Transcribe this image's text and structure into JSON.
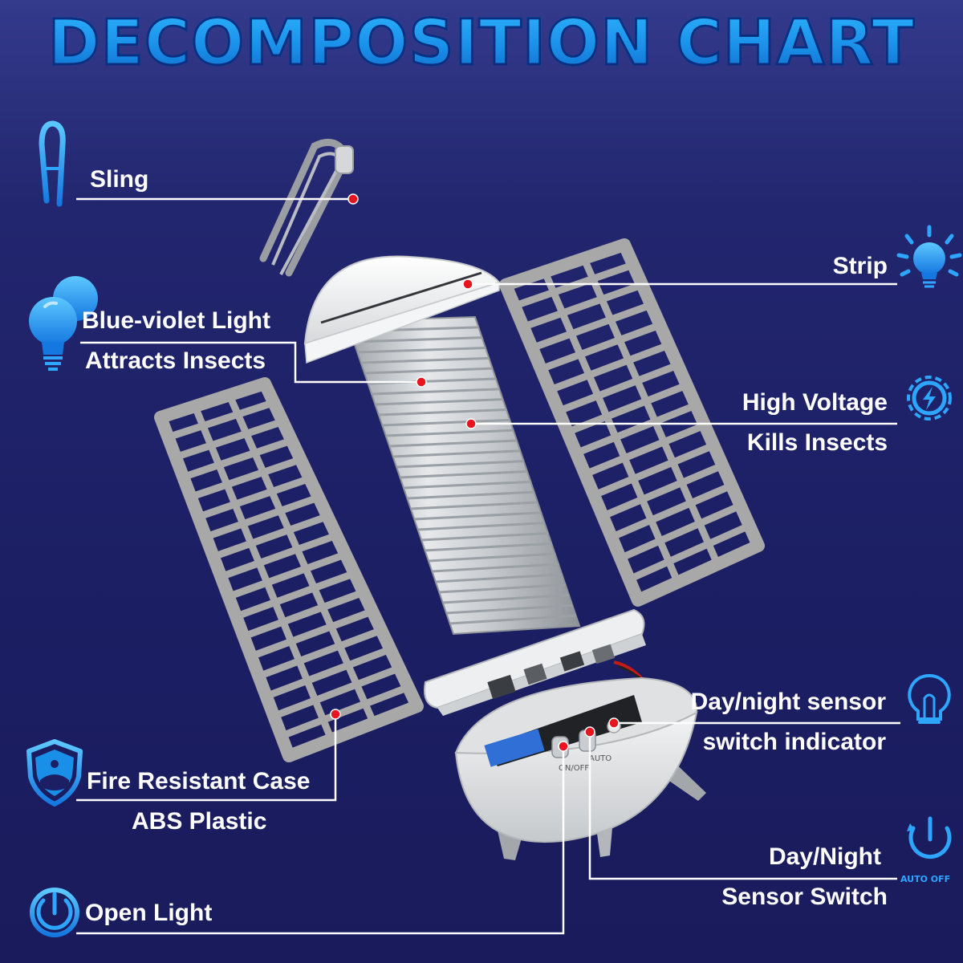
{
  "title": "DECOMPOSITION CHART",
  "labels": {
    "sling": "Sling",
    "blue_light_1": "Blue-violet Light",
    "blue_light_2": "Attracts Insects",
    "fire_case_1": "Fire Resistant Case",
    "fire_case_2": "ABS Plastic",
    "open_light": "Open Light",
    "strip": "Strip",
    "high_voltage_1": "High Voltage",
    "high_voltage_2": "Kills Insects",
    "day_night_indicator_1": "Day/night sensor",
    "day_night_indicator_2": "switch indicator",
    "day_night_switch_1": "Day/Night",
    "day_night_switch_2": "Sensor Switch"
  },
  "icon_labels": {
    "auto_off": "AUTO OFF"
  },
  "device_labels": {
    "on_off": "ON/OFF",
    "auto": "AUTO"
  },
  "colors": {
    "background": "#1c1f64",
    "title_blue": "#1a9af0",
    "icon_blue": "#2ea6ff",
    "leader_line": "#ffffff",
    "marker_dot": "#e8141e",
    "part_grey": "#a8a8a8"
  }
}
